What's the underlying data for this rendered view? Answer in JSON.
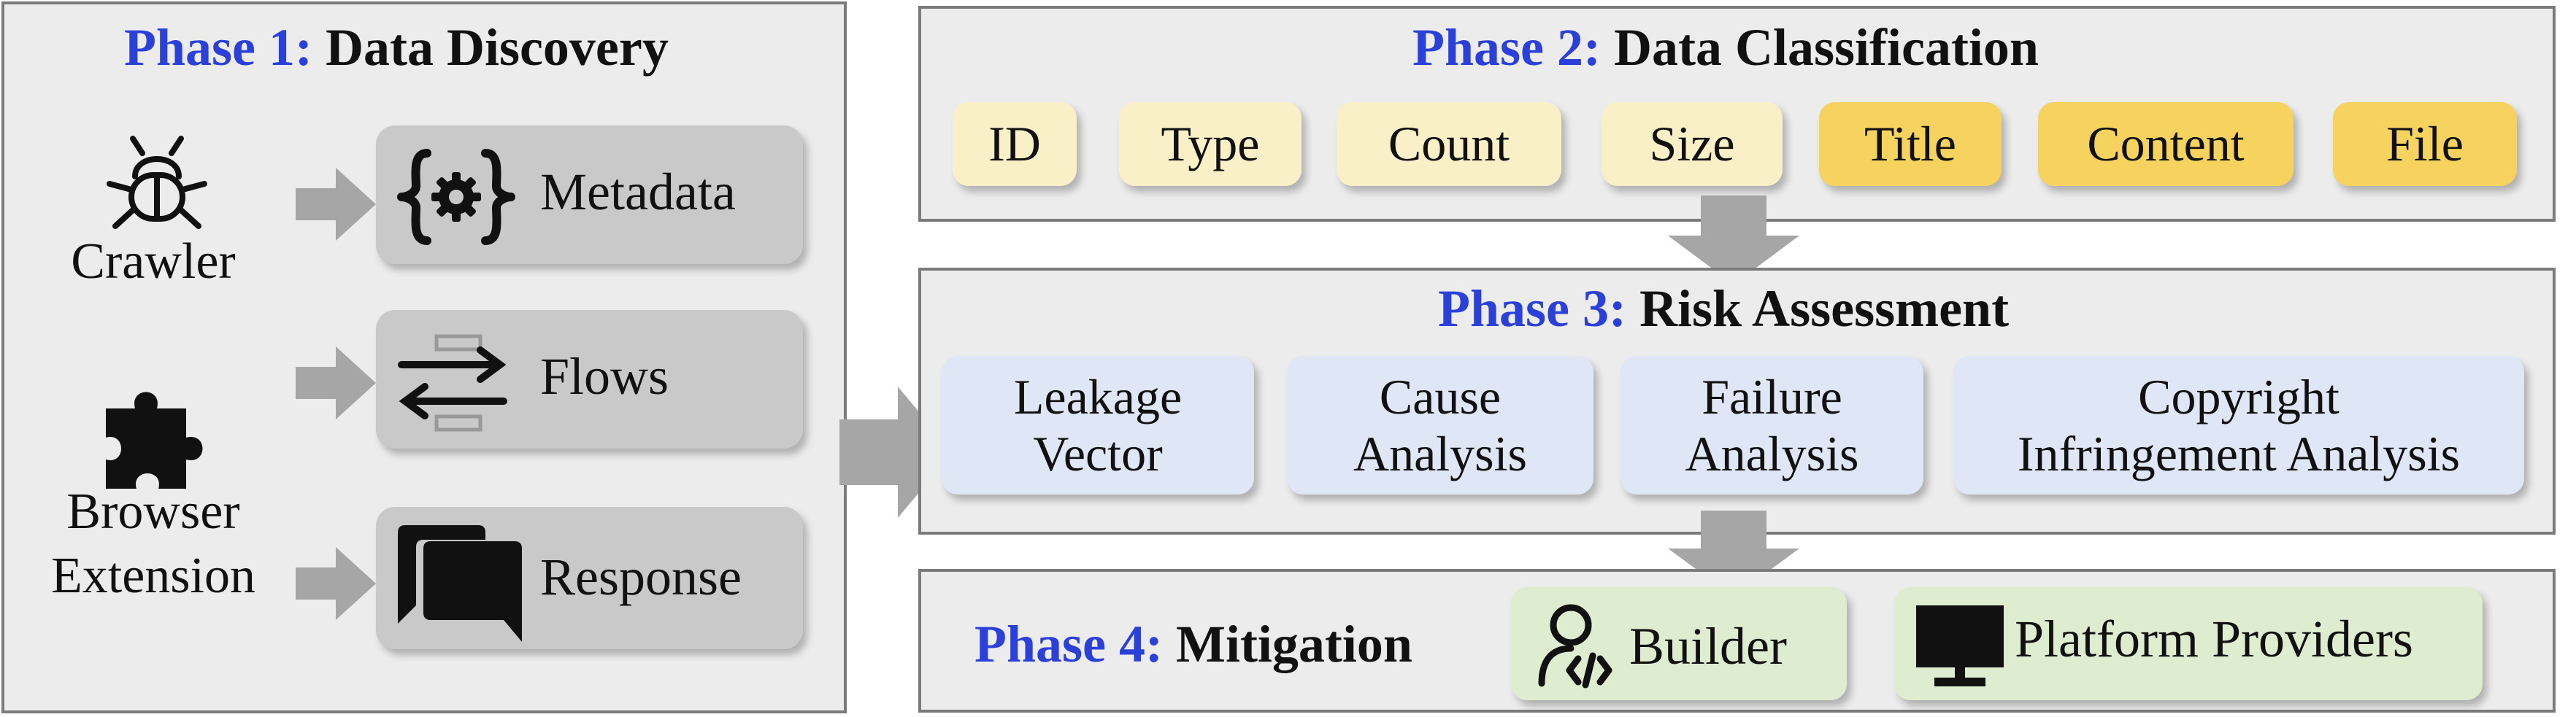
{
  "phase1": {
    "title_phase": "Phase 1:",
    "title_name": "Data Discovery",
    "sources": {
      "crawler": "Crawler",
      "extension_line1": "Browser",
      "extension_line2": "Extension"
    },
    "items": [
      "Metadata",
      "Flows",
      "Response"
    ]
  },
  "phase2": {
    "title_phase": "Phase 2:",
    "title_name": "Data Classification",
    "fields": [
      "ID",
      "Type",
      "Count",
      "Size",
      "Title",
      "Content",
      "File"
    ]
  },
  "phase3": {
    "title_phase": "Phase 3:",
    "title_name": "Risk Assessment",
    "analyses": [
      {
        "line1": "Leakage",
        "line2": "Vector"
      },
      {
        "line1": "Cause",
        "line2": "Analysis"
      },
      {
        "line1": "Failure",
        "line2": "Analysis"
      },
      {
        "line1": "Copyright",
        "line2": "Infringement Analysis"
      }
    ]
  },
  "phase4": {
    "title_phase": "Phase 4:",
    "title_name": "Mitigation",
    "stakeholders": [
      "Builder",
      "Platform Providers"
    ]
  },
  "colors": {
    "phase_label": "#2b3fd9",
    "panel_bg": "#ececec",
    "gray_box": "#c9c9c9",
    "chip_light_yellow": "#faf0c8",
    "chip_dark_yellow": "#f5d35e",
    "chip_blue": "#dfe6f5",
    "chip_green": "#deeccf",
    "arrow": "#a6a6a6"
  },
  "icons": [
    "bug-icon",
    "puzzle-icon",
    "gear-braces-icon",
    "swap-arrows-icon",
    "chat-bubbles-icon",
    "coder-person-icon",
    "monitor-icon"
  ]
}
